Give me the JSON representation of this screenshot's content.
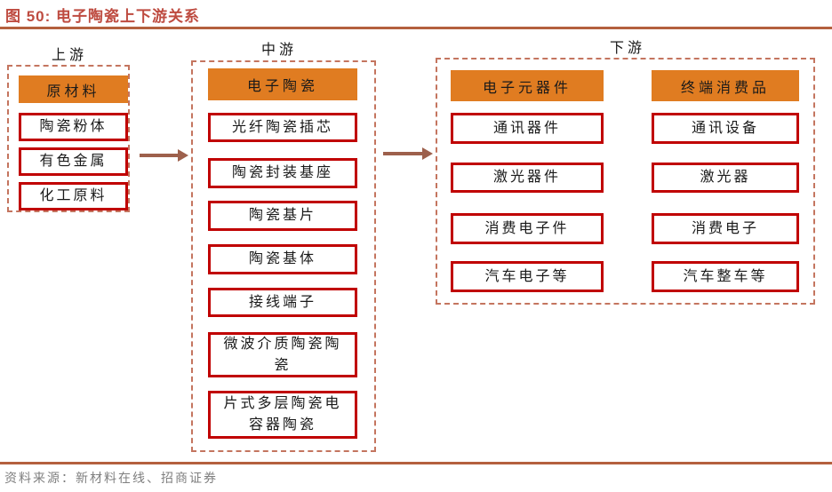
{
  "figure": {
    "title": "图 50:  电子陶瓷上下游关系",
    "source": "资料来源：新材料在线、招商证券"
  },
  "colors": {
    "title_red": "#BE4B40",
    "rule_terracotta": "#B4603E",
    "item_border_red": "#C00000",
    "header_orange": "#E07C21",
    "dashed_border": "#C4755F",
    "arrow_brown": "#9D604C",
    "source_gray": "#7F7F7F"
  },
  "sections": {
    "upstream": {
      "label": "上游",
      "header": "原材料",
      "items": [
        "陶瓷粉体",
        "有色金属",
        "化工原料"
      ]
    },
    "midstream": {
      "label": "中游",
      "header": "电子陶瓷",
      "items": [
        "光纤陶瓷插芯",
        "陶瓷封装基座",
        "陶瓷基片",
        "陶瓷基体",
        "接线端子",
        "微波介质陶瓷陶瓷",
        "片式多层陶瓷电容器陶瓷"
      ]
    },
    "downstream": {
      "label": "下游",
      "columns": [
        {
          "header": "电子元器件",
          "items": [
            "通讯器件",
            "激光器件",
            "消费电子件",
            "汽车电子等"
          ]
        },
        {
          "header": "终端消费品",
          "items": [
            "通讯设备",
            "激光器",
            "消费电子",
            "汽车整车等"
          ]
        }
      ]
    }
  }
}
